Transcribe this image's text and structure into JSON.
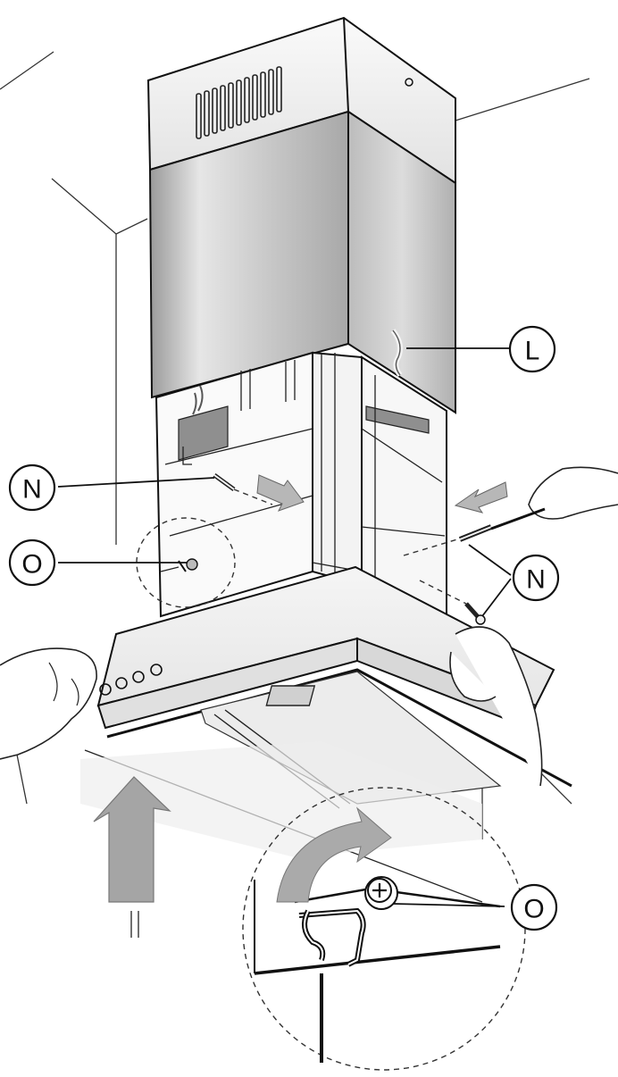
{
  "callouts": {
    "L": "L",
    "N_left": "N",
    "O_left": "O",
    "N_right": "N",
    "O_detail": "O"
  },
  "colors": {
    "stainless_steel_light": "#f0f0f0",
    "stainless_steel_dark": "#b4b4b4",
    "arrow_fill": "#a5a5a5",
    "line": "#111111"
  }
}
